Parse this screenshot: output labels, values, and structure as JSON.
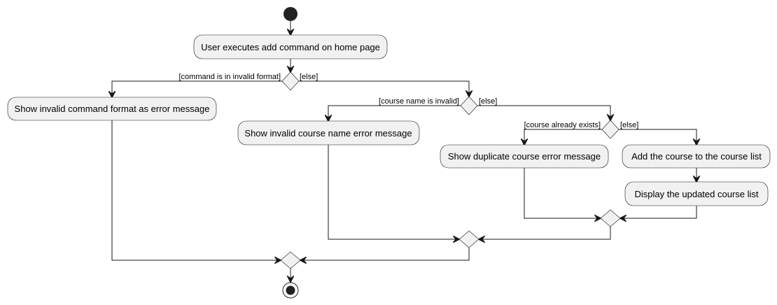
{
  "diagram": {
    "actions": {
      "user_executes": "User executes add command on home page",
      "invalid_format": "Show invalid command format as error message",
      "invalid_name": "Show invalid course name error message",
      "duplicate": "Show duplicate course error message",
      "add_course": "Add the course to the course list",
      "display_list": "Display the updated course list"
    },
    "guards": {
      "invalid_format": "[command is in invalid format]",
      "else_1": "[else]",
      "invalid_name": "[course name is invalid]",
      "else_2": "[else]",
      "already_exists": "[course already exists]",
      "else_3": "[else]"
    },
    "colors": {
      "node_fill": "#f1f1f1",
      "stroke": "#181818",
      "start_fill": "#222222"
    }
  }
}
